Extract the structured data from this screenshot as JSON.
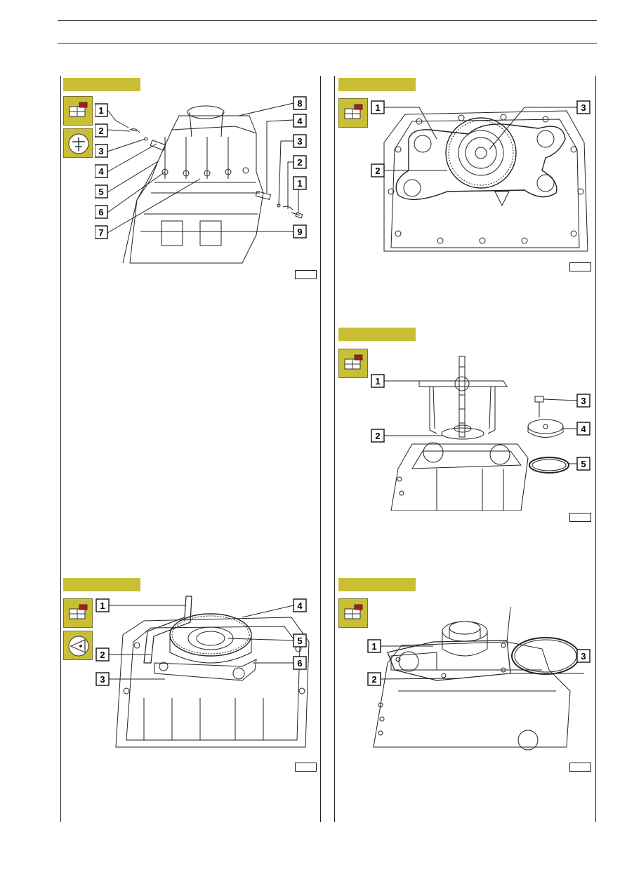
{
  "page": {
    "header": "",
    "footer": ""
  },
  "panels": [
    {
      "id": "top-left",
      "figure_number": "",
      "callouts": [
        "1",
        "2",
        "3",
        "4",
        "5",
        "6",
        "7",
        "8",
        "4",
        "3",
        "2",
        "1",
        "9"
      ],
      "icons": [
        "disassembly-icon",
        "tool-icon"
      ]
    },
    {
      "id": "top-right",
      "figure_number": "",
      "callouts": [
        "1",
        "2",
        "3"
      ],
      "icons": [
        "disassembly-icon"
      ]
    },
    {
      "id": "mid-right",
      "figure_number": "",
      "callouts": [
        "1",
        "2",
        "3",
        "4",
        "5"
      ],
      "icons": [
        "disassembly-icon"
      ]
    },
    {
      "id": "bottom-left",
      "figure_number": "",
      "callouts": [
        "1",
        "2",
        "3",
        "4",
        "5",
        "6"
      ],
      "icons": [
        "disassembly-icon",
        "measure-icon"
      ]
    },
    {
      "id": "bottom-right",
      "figure_number": "",
      "callouts": [
        "1",
        "2",
        "3"
      ],
      "icons": [
        "disassembly-icon"
      ]
    }
  ],
  "colors": {
    "tab": "#c9bf35",
    "icon_bg": "#c9bf35",
    "icon_accent": "#b01818",
    "line": "#222222"
  }
}
